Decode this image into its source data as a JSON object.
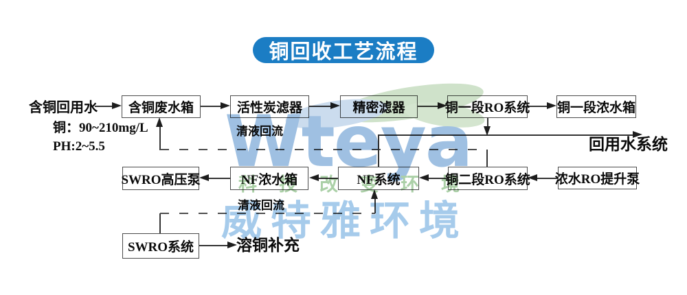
{
  "title": {
    "text": "铜回收工艺流程",
    "bg": "#1b7dc4",
    "fg": "#ffffff"
  },
  "source": {
    "label": "含铜回用水",
    "copper_spec": "铜：90~210mg/L",
    "ph_spec": "PH:2~5.5"
  },
  "boxes": [
    {
      "label": "含铜废水箱"
    },
    {
      "label": "活性炭滤器"
    },
    {
      "label": "精密滤器"
    },
    {
      "label": "铜一段RO系统"
    },
    {
      "label": "铜一段浓水箱"
    },
    {
      "label": "SWRO高压泵"
    },
    {
      "label": "NF浓水箱"
    },
    {
      "label": "NF系统"
    },
    {
      "label": "铜二段RO系统"
    },
    {
      "label": "浓水RO提升泵"
    },
    {
      "label": "SWRO系统"
    }
  ],
  "annotations": {
    "recycle_top": "清液回流",
    "recycle_bottom": "清液回流",
    "reuse_system": "回用水系统",
    "copper_dissolve": "溶铜补充"
  },
  "watermark": {
    "logo": "Wteya",
    "slogan": "科技改变环境",
    "company": "威特雅环境",
    "logo_color": "#9fc0e2",
    "slogan_color": "#abd0a7",
    "company_color": "#a6cbeb",
    "leaf_green": "#cfe2ca",
    "leaf_blue": "#cbdcee"
  }
}
